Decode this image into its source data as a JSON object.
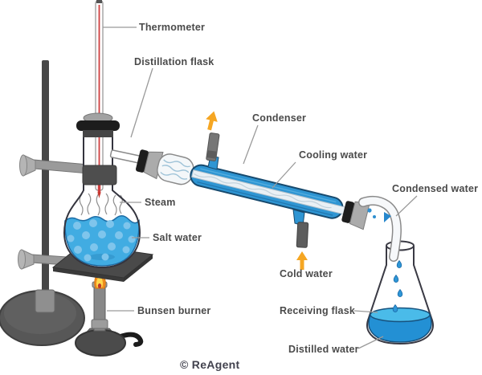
{
  "diagram": {
    "watermark": "© ReAgent",
    "labels": {
      "thermometer": "Thermometer",
      "distillation_flask": "Distillation flask",
      "condenser": "Condenser",
      "cooling_water": "Cooling water",
      "condensed_water": "Condensed water",
      "steam": "Steam",
      "salt_water": "Salt water",
      "cold_water": "Cold water",
      "bunsen_burner": "Bunsen burner",
      "receiving_flask": "Receiving flask",
      "distilled_water": "Distilled water"
    },
    "colors": {
      "condenser_blue": "#2e95d3",
      "salt_water_blue": "#41ace2",
      "bubble_blue": "#7fc5ec",
      "distilled_water_blue": "#2390d4",
      "distilled_surface_blue": "#4abbe9",
      "drop_blue": "#2e96d6",
      "arrow_orange": "#f5a623",
      "flame_orange": "#f08c1e",
      "flame_yellow": "#ffd84d",
      "thermometer_red": "#cf4040",
      "label_text": "#4a4a4a",
      "leader_grey": "#9a9a9a",
      "metal_grey": "#575757"
    }
  }
}
